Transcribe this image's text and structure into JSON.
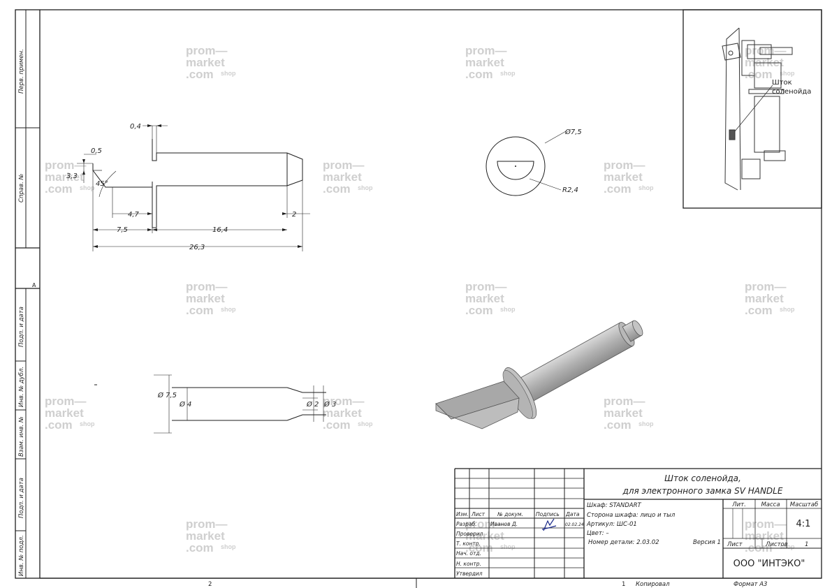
{
  "watermark": {
    "line1": "prom—",
    "line2": "market",
    "line3": ".com",
    "suffix": "shop"
  },
  "side_strip": {
    "perv_primen": "Перв. примен.",
    "sprav_no": "Справ. №",
    "podp_data_1": "Подп. и дата",
    "inv_dubl": "Инв. № дубл.",
    "vzam_inv": "Взам. инв. №",
    "podp_data_2": "Подп. и дата",
    "inv_podl": "Инв. № подл.",
    "zone_a": "A"
  },
  "dimensions": {
    "d_0_4": "0,4",
    "d_0_5": "0,5",
    "d_3_3": "3,3",
    "d_45": "45°",
    "d_4_7": "4,7",
    "d_2": "2",
    "d_7_5": "7,5",
    "d_16_4": "16,4",
    "d_26_3": "26,3",
    "phi_7_5_circle": "Ø7,5",
    "r_2_4": "R2,4",
    "phi_7_5": "Ø 7,5",
    "phi_4": "Ø 4",
    "phi_2": "Ø 2",
    "phi_3": "Ø 3"
  },
  "inset": {
    "label1": "Шток",
    "label2": "соленойда"
  },
  "title_block": {
    "title_line1": "Шток соленойда,",
    "title_line2": "для электронного замка SV HANDLE",
    "col_izm": "Изм.",
    "col_list": "Лист",
    "col_doc": "№ докум.",
    "col_podp": "Подпись",
    "col_date": "Дата",
    "row_razrab": "Разраб.",
    "razrab_name": "Иванов Д.",
    "razrab_date": "02.02.24",
    "row_prover": "Проверил",
    "row_tkontr": "Т. контр.",
    "row_nach": "Нач. отд.",
    "row_nkontr": "Н. контр.",
    "row_utv": "Утвердил",
    "info_shkaf": "Шкаф: STANDART",
    "info_storona": "Сторона шкафа: лицо и тыл",
    "info_artikul": "Артикул: ШС-01",
    "info_cvet": "Цвет: –",
    "info_nomer": "Номер детали: 2.03.02",
    "info_versia": "Версия 1",
    "lit": "Лит.",
    "massa": "Масса",
    "masshtab": "Масштаб",
    "scale_value": "4:1",
    "list_label": "Лист",
    "listov_label": "Листов",
    "listov_value": "1",
    "company": "ООО \"ИНТЭКО\""
  },
  "footer": {
    "page_num": "2",
    "kopiroval_num": "1",
    "kopiroval": "Копировал",
    "format": "Формат А3"
  }
}
